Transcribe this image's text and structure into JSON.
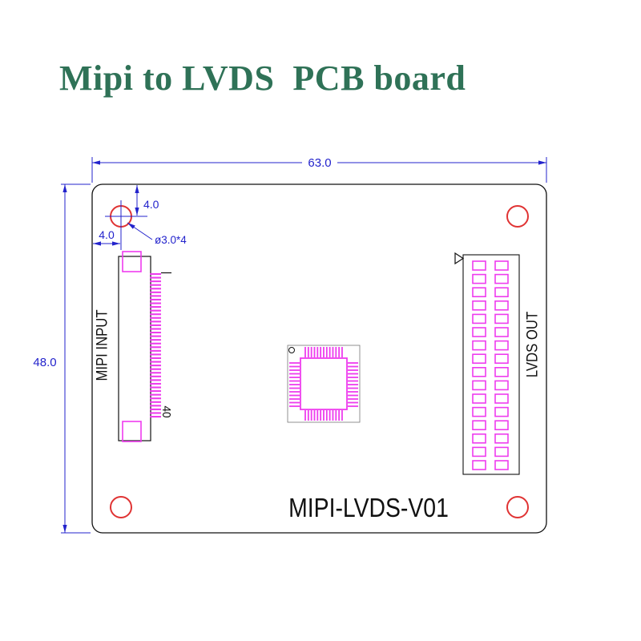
{
  "title": {
    "text": "Mipi to LVDS  PCB board"
  },
  "drawing": {
    "dim_width": "63.0",
    "dim_height": "48.0",
    "dim_hole_top": "4.0",
    "dim_hole_left": "4.0",
    "hole_note": "ø3.0*4",
    "mipi_label": "MIPI INPUT",
    "lvds_label": "LVDS OUT",
    "pin40_label": "40",
    "board_name": "MIPI-LVDS-V01"
  },
  "colors": {
    "title_green": "#2f7257",
    "dimension_blue": "#2323cc",
    "connector_magenta": "#ee3cee",
    "hole_red": "#e03333",
    "line_black": "#111111"
  }
}
